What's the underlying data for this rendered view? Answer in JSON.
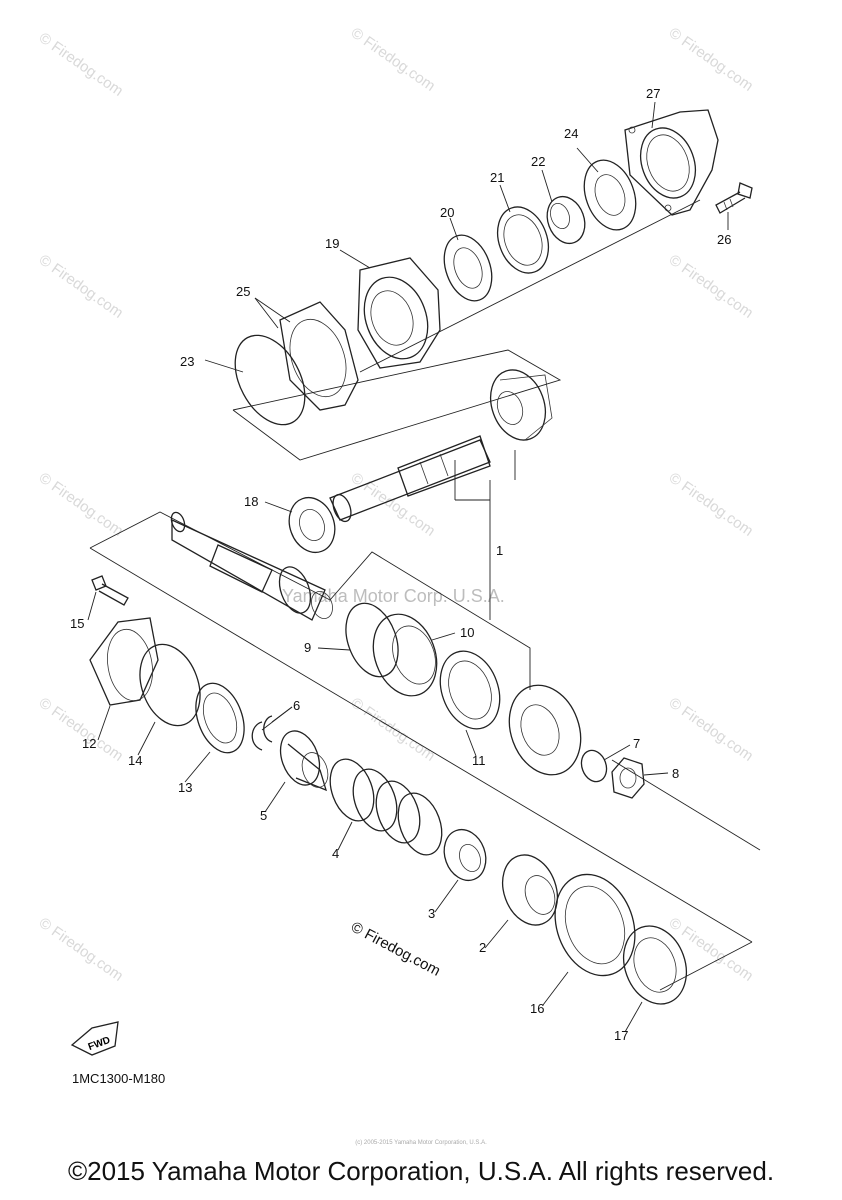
{
  "watermark": {
    "text": "© Firedog.com"
  },
  "center_watermark": "Yamaha Motor Corp. U.S.A.",
  "inline_watermark": "© Firedog.com",
  "fwd_label": "FWD",
  "diagram_code": "1MC1300-M180",
  "footer_small": "(c) 2005-2015 Yamaha Motor Corporation, U.S.A.",
  "footer": "©2015 Yamaha Motor Corporation, U.S.A. All rights reserved.",
  "callouts": {
    "c1": "1",
    "c2": "2",
    "c3": "3",
    "c4": "4",
    "c5": "5",
    "c6": "6",
    "c7": "7",
    "c8": "8",
    "c9": "9",
    "c10": "10",
    "c11": "11",
    "c12": "12",
    "c13": "13",
    "c14": "14",
    "c15": "15",
    "c16": "16",
    "c17": "17",
    "c18": "18",
    "c19": "19",
    "c20": "20",
    "c21": "21",
    "c22": "22",
    "c23": "23",
    "c24": "24",
    "c25": "25",
    "c26": "26",
    "c27": "27"
  }
}
